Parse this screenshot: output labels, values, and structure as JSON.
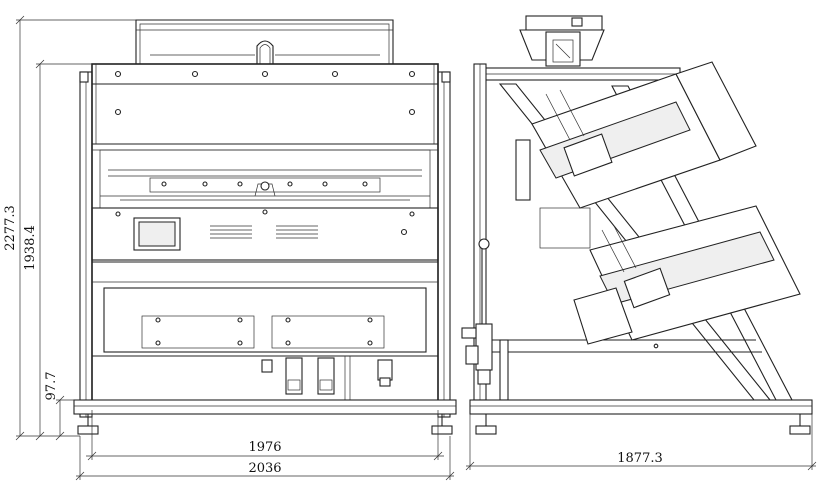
{
  "drawing": {
    "front_view": {
      "dimensions": {
        "overall_height": "2277.3",
        "frame_height": "1938.4",
        "base_height": "97.7",
        "inner_width": "1976",
        "overall_width": "2036"
      }
    },
    "side_view": {
      "dimensions": {
        "overall_depth": "1877.3"
      }
    }
  }
}
